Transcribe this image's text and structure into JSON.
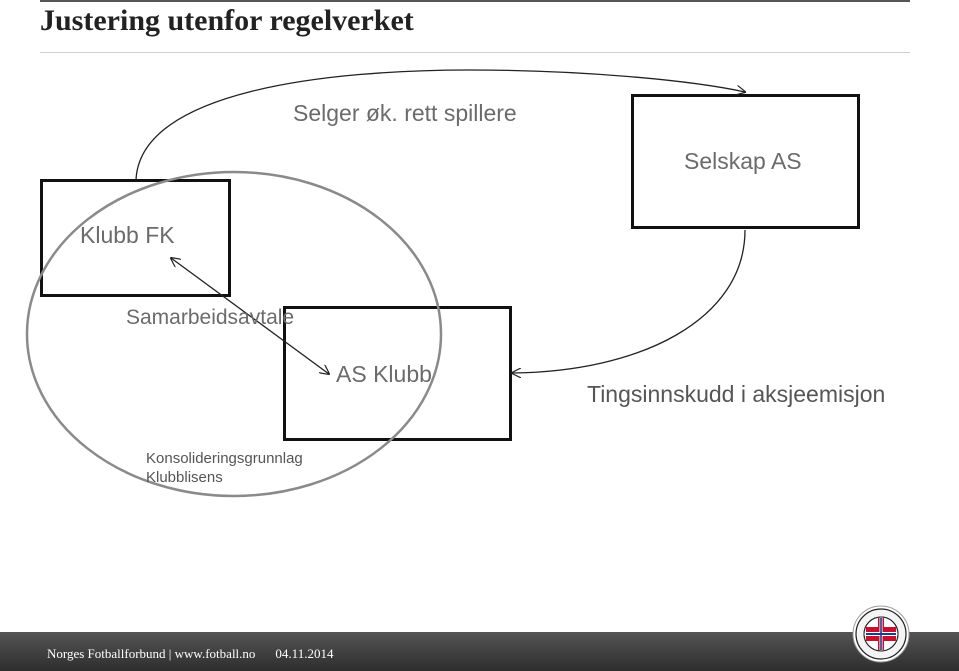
{
  "slide": {
    "title": "Justering utenfor regelverket"
  },
  "diagram": {
    "arrow_top_label": "Selger øk. rett spillere",
    "node_selskap": "Selskap AS",
    "node_klubb": "Klubb FK",
    "node_as_klubb": "AS Klubb",
    "link_label_samarbeid": "Samarbeidsavtale",
    "arrow_bottom_label": "Tingsinnskudd i aksjeemisjon",
    "ellipse_label_line1": "Konsolideringsgrunnlag",
    "ellipse_label_line2": "Klubblisens"
  },
  "footer": {
    "org_text": "Norges Fotballforbund | www.fotball.no",
    "date": "04.11.2014"
  },
  "colors": {
    "box_border": "#111111",
    "label_text": "#6b6b6b",
    "ellipse_stroke": "#8a8a8a",
    "footer_bg": "#3f3f3f",
    "logo_red": "#c8102e"
  },
  "icons": {
    "logo": "nff-logo-icon"
  }
}
